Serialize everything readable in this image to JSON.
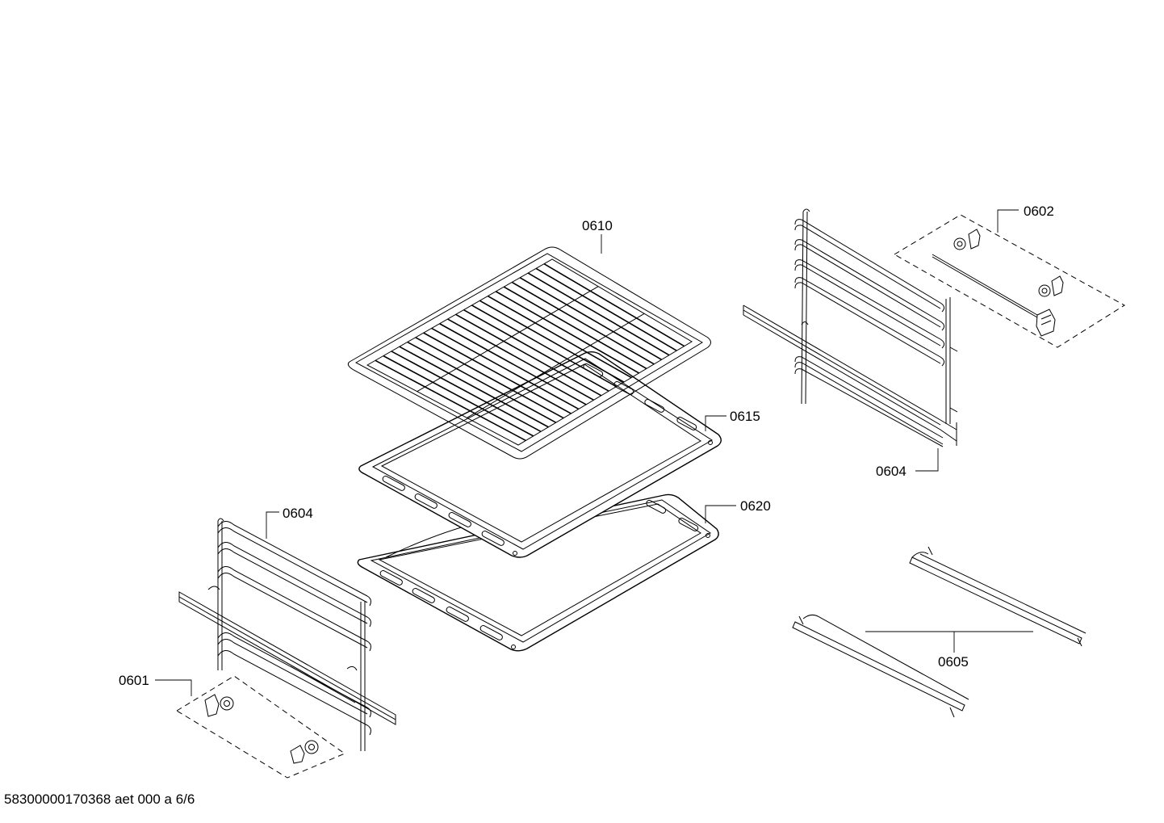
{
  "parts": {
    "p0610": "0610",
    "p0615": "0615",
    "p0620": "0620",
    "p0602": "0602",
    "p0604_right": "0604",
    "p0604_left": "0604",
    "p0601": "0601",
    "p0605": "0605"
  },
  "footer": {
    "document_code": "58300000170368 aet 000 a 6/6"
  }
}
